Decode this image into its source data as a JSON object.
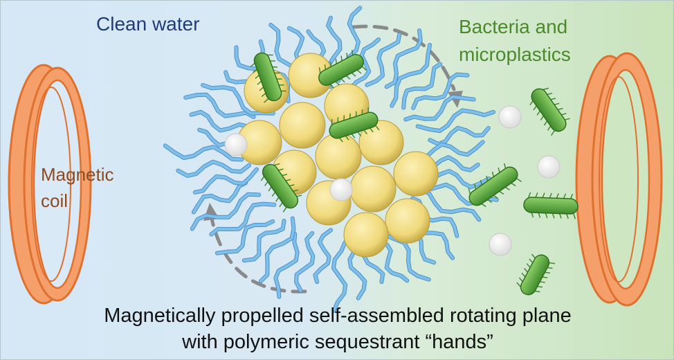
{
  "labels": {
    "clean_water": "Clean water",
    "bacteria_line1": "Bacteria and",
    "bacteria_line2": "microplastics",
    "coil_line1": "Magnetic",
    "coil_line2": "coil"
  },
  "caption": {
    "line1": "Magnetically propelled self-assembled rotating plane",
    "line2": "with polymeric sequestrant “hands”"
  },
  "colors": {
    "water": "#d6e8f6",
    "contaminated": "#c9e3bb",
    "coil": "#f5a06b",
    "coil_edge": "#e0702e",
    "particle": "#f0d97a",
    "polymer": "#7ec0ec",
    "bacteria": "#5fa843",
    "microplastic": "#f4f4f4",
    "arrow": "#8a8a8a"
  }
}
